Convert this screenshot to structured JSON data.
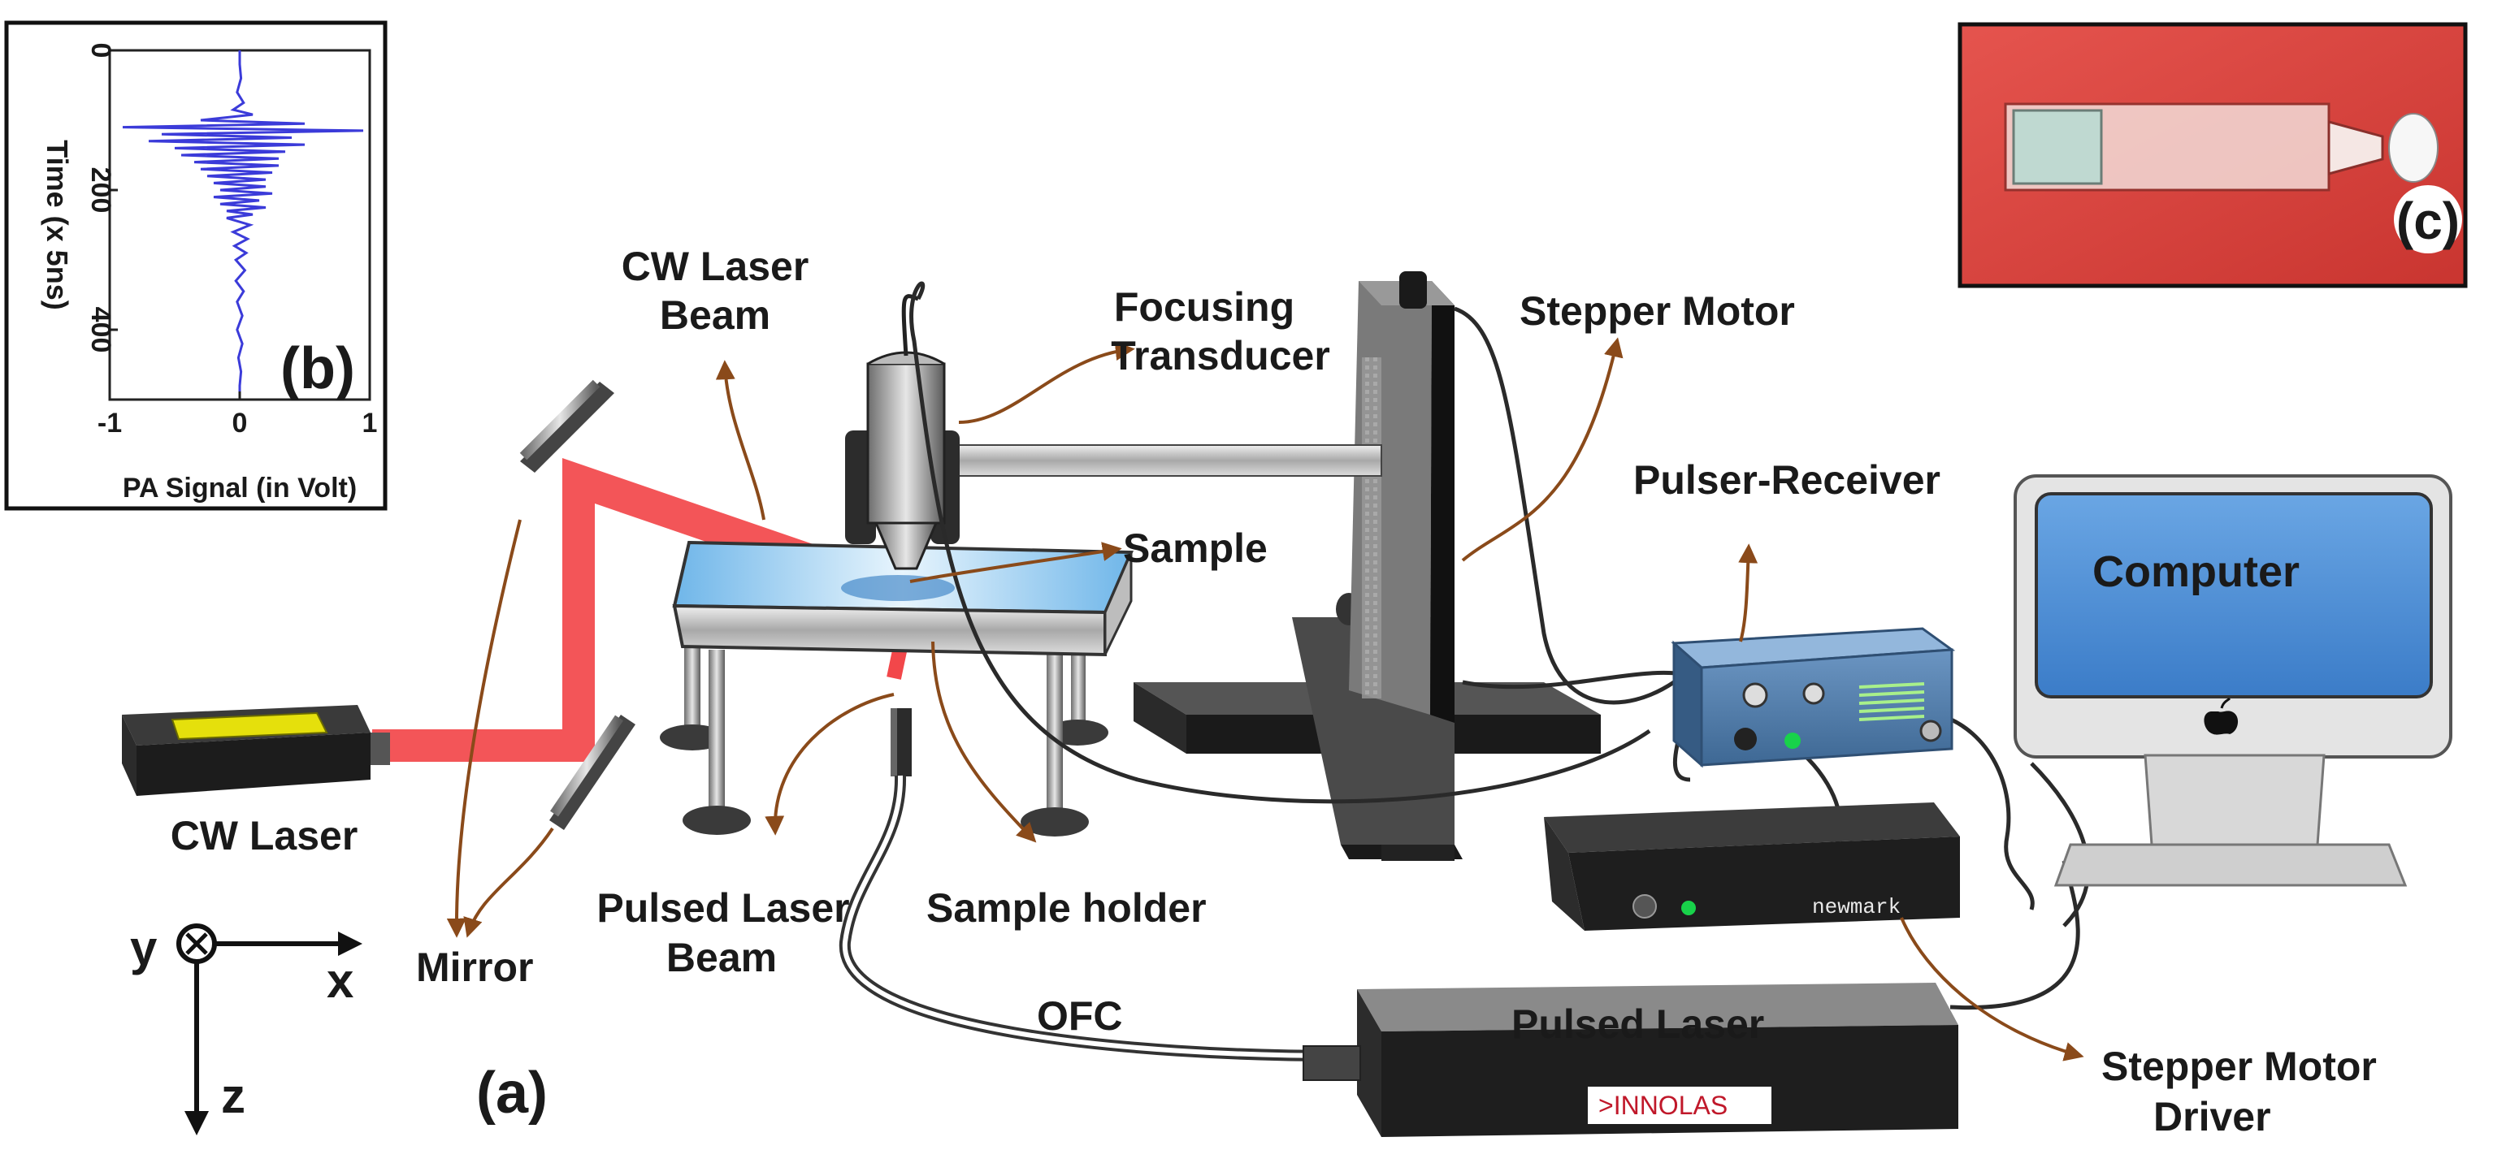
{
  "labels": {
    "cw_laser_beam_1": "CW Laser",
    "cw_laser_beam_2": "Beam",
    "focusing_transducer_1": "Focusing",
    "focusing_transducer_2": "Transducer",
    "stepper_motor": "Stepper Motor",
    "sample": "Sample",
    "pulser_receiver": "Pulser-Receiver",
    "computer": "Computer",
    "cw_laser": "CW Laser",
    "mirror": "Mirror",
    "pulsed_laser_beam_1": "Pulsed Laser",
    "pulsed_laser_beam_2": "Beam",
    "sample_holder": "Sample holder",
    "ofc": "OFC",
    "pulsed_laser": "Pulsed Laser",
    "innolas": ">INNOLAS",
    "newmark": "newmark",
    "stepper_motor_driver_1": "Stepper Motor",
    "stepper_motor_driver_2": "Driver"
  },
  "panels": {
    "a": "(a)",
    "b": "(b)",
    "c": "(c)"
  },
  "axes_icon": {
    "x": "x",
    "y": "y",
    "z": "z"
  },
  "inset_chart": {
    "ylabel": "Time (x 5ns)",
    "xlabel": "PA Signal (in Volt)",
    "yticks": [
      "0",
      "200",
      "400"
    ],
    "xticks": [
      "-1",
      "0",
      "1"
    ]
  },
  "chart_data": {
    "type": "line",
    "xlabel": "PA Signal (in Volt)",
    "ylabel": "Time (x 5ns)",
    "xlim": [
      -1,
      1
    ],
    "ylim": [
      0,
      500
    ],
    "x_ticks": [
      -1,
      0,
      1
    ],
    "y_ticks": [
      0,
      200,
      400
    ],
    "y_axis_inverted": true,
    "series": [
      {
        "color": "#3b3bd9",
        "points": [
          [
            0,
            0
          ],
          [
            0,
            20
          ],
          [
            0.01,
            40
          ],
          [
            -0.02,
            60
          ],
          [
            0.03,
            75
          ],
          [
            -0.05,
            85
          ],
          [
            0.1,
            92
          ],
          [
            -0.3,
            100
          ],
          [
            0.5,
            105
          ],
          [
            -0.9,
            110
          ],
          [
            0.95,
            115
          ],
          [
            -0.6,
            120
          ],
          [
            0.4,
            125
          ],
          [
            -0.7,
            130
          ],
          [
            0.5,
            135
          ],
          [
            -0.5,
            140
          ],
          [
            0.35,
            145
          ],
          [
            -0.45,
            150
          ],
          [
            0.3,
            155
          ],
          [
            -0.35,
            160
          ],
          [
            0.3,
            165
          ],
          [
            -0.3,
            170
          ],
          [
            0.25,
            175
          ],
          [
            -0.25,
            180
          ],
          [
            0.2,
            185
          ],
          [
            -0.2,
            190
          ],
          [
            0.2,
            195
          ],
          [
            -0.15,
            200
          ],
          [
            0.25,
            205
          ],
          [
            -0.2,
            210
          ],
          [
            0.15,
            215
          ],
          [
            -0.15,
            220
          ],
          [
            0.2,
            225
          ],
          [
            -0.1,
            230
          ],
          [
            0.1,
            235
          ],
          [
            -0.1,
            240
          ],
          [
            0.08,
            250
          ],
          [
            -0.05,
            260
          ],
          [
            0.06,
            270
          ],
          [
            -0.04,
            280
          ],
          [
            0.05,
            290
          ],
          [
            -0.03,
            300
          ],
          [
            0.04,
            315
          ],
          [
            -0.03,
            330
          ],
          [
            0.03,
            345
          ],
          [
            -0.02,
            360
          ],
          [
            0.02,
            380
          ],
          [
            -0.02,
            400
          ],
          [
            0.02,
            420
          ],
          [
            -0.01,
            440
          ],
          [
            0.01,
            460
          ],
          [
            0,
            480
          ],
          [
            0,
            500
          ]
        ]
      }
    ]
  },
  "colors": {
    "laser_beam": "#f2474a",
    "arrow": "#8a4a1a",
    "computer_screen": "#4d8fd6",
    "photo_background": "#d9413c",
    "inset_signal": "#3b3bd9",
    "cw_laser_window": "#e5e00c",
    "pulser_body": "#4e79a6"
  }
}
